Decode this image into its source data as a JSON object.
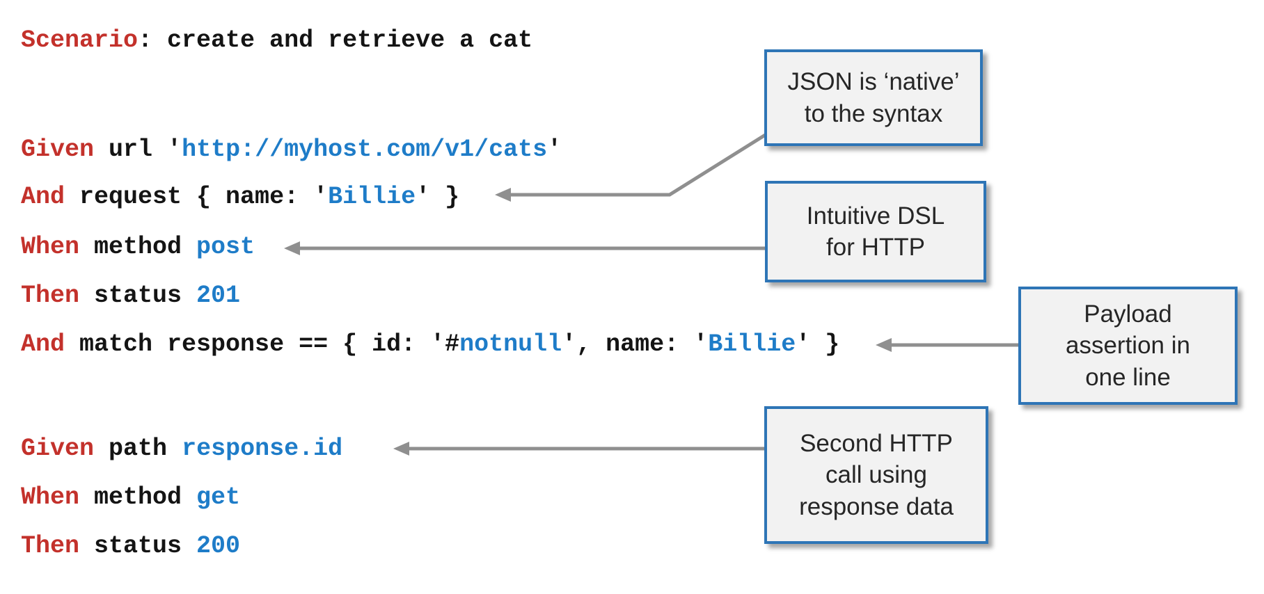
{
  "colors": {
    "keyword": "#c3312b",
    "value": "#1e7cc8",
    "code_text": "#141414",
    "box_border": "#2e75b6",
    "box_fill": "#f2f2f2",
    "box_text": "#262626",
    "arrow": "#8f8f8f"
  },
  "code": {
    "language": "karate-gherkin",
    "lines": [
      {
        "name": "scenario",
        "tokens": [
          {
            "t": "kw",
            "text": "Scenario"
          },
          {
            "t": "plain",
            "text": ": create and retrieve a cat"
          }
        ]
      },
      {
        "name": "given-url",
        "tokens": [
          {
            "t": "kw",
            "text": "Given"
          },
          {
            "t": "plain",
            "text": " url '"
          },
          {
            "t": "val",
            "text": "http://myhost.com/v1/cats"
          },
          {
            "t": "plain",
            "text": "'"
          }
        ]
      },
      {
        "name": "and-request",
        "tokens": [
          {
            "t": "kw",
            "text": "And"
          },
          {
            "t": "plain",
            "text": " request { name: '"
          },
          {
            "t": "val",
            "text": "Billie"
          },
          {
            "t": "plain",
            "text": "' }"
          }
        ]
      },
      {
        "name": "when-method-post",
        "tokens": [
          {
            "t": "kw",
            "text": "When"
          },
          {
            "t": "plain",
            "text": " method "
          },
          {
            "t": "val",
            "text": "post"
          }
        ]
      },
      {
        "name": "then-status-201",
        "tokens": [
          {
            "t": "kw",
            "text": "Then"
          },
          {
            "t": "plain",
            "text": " status "
          },
          {
            "t": "val",
            "text": "201"
          }
        ]
      },
      {
        "name": "and-match-response",
        "tokens": [
          {
            "t": "kw",
            "text": "And"
          },
          {
            "t": "plain",
            "text": " match response == { id: '#"
          },
          {
            "t": "val",
            "text": "notnull"
          },
          {
            "t": "plain",
            "text": "', name: '"
          },
          {
            "t": "val",
            "text": "Billie"
          },
          {
            "t": "plain",
            "text": "' }"
          }
        ]
      },
      {
        "name": "given-path",
        "tokens": [
          {
            "t": "kw",
            "text": "Given"
          },
          {
            "t": "plain",
            "text": " path "
          },
          {
            "t": "val",
            "text": "response.id"
          }
        ]
      },
      {
        "name": "when-method-get",
        "tokens": [
          {
            "t": "kw",
            "text": "When"
          },
          {
            "t": "plain",
            "text": " method "
          },
          {
            "t": "val",
            "text": "get"
          }
        ]
      },
      {
        "name": "then-status-200",
        "tokens": [
          {
            "t": "kw",
            "text": "Then"
          },
          {
            "t": "plain",
            "text": " status "
          },
          {
            "t": "val",
            "text": "200"
          }
        ]
      }
    ]
  },
  "callouts": [
    {
      "id": "json-native",
      "text": "JSON is ‘native’\nto the syntax"
    },
    {
      "id": "intuitive-dsl",
      "text": "Intuitive DSL\nfor HTTP"
    },
    {
      "id": "payload-assertion",
      "text": "Payload\nassertion in\none line"
    },
    {
      "id": "second-http-call",
      "text": "Second HTTP\ncall using\nresponse data"
    }
  ]
}
